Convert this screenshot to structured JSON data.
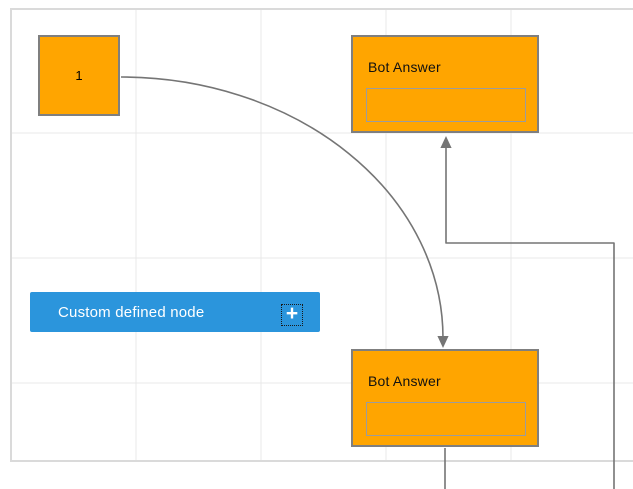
{
  "diagram": {
    "nodes": {
      "one": {
        "label": "1"
      },
      "bot_answer_top": {
        "label": "Bot Answer"
      },
      "bot_answer_bottom": {
        "label": "Bot Answer"
      },
      "custom": {
        "label": "Custom defined node",
        "add_icon_glyph": "+"
      }
    },
    "connectors": [
      {
        "id": "curved-connector",
        "from": "one",
        "to": "bot_answer_bottom",
        "shape": "bezier-curve",
        "arrow": "target"
      },
      {
        "id": "orthogonal-connector",
        "to": "bot_answer_top",
        "shape": "orthogonal",
        "arrow": "target"
      },
      {
        "id": "bottom-stub-connector",
        "from": "bot_answer_bottom",
        "shape": "straight",
        "arrow": "none"
      }
    ],
    "colors": {
      "node_fill_orange": "#ffa500",
      "node_border_gray": "#7f7f7f",
      "node_fill_blue": "#2b95dc",
      "connector_gray": "#757575",
      "grid_line": "#e9e9e9",
      "canvas_border": "#dadada",
      "label_dark": "#111111",
      "label_light": "#ffffff"
    }
  }
}
